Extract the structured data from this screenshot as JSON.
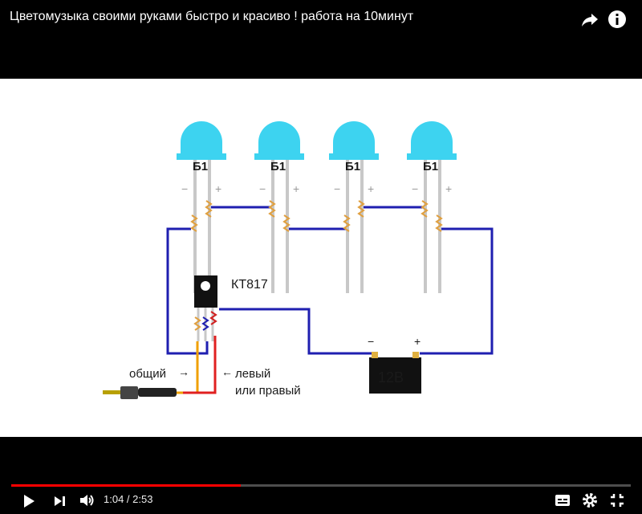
{
  "player": {
    "title": "Цветомузыка своими руками быстро и красиво ! работа на 10минут",
    "current_time": "1:04",
    "separator": " / ",
    "duration": "2:53",
    "progress": 0.37,
    "accent_color": "#ff0000"
  },
  "diagram": {
    "led_label": "Б1",
    "led_color": "#3dd3f0",
    "transistor_label": "КТ817",
    "battery_label": "12В",
    "common_label": "общий",
    "left_label": "левый",
    "or_right_label": "или правый",
    "minus": "−",
    "plus": "+",
    "wire_color": "#1f1fb0"
  },
  "icons": {
    "share": "share-icon",
    "info": "info-icon",
    "play": "play-icon",
    "next": "next-icon",
    "volume": "volume-icon",
    "subtitles": "subtitles-icon",
    "settings": "settings-icon",
    "exit_fullscreen": "exit-fullscreen-icon"
  }
}
